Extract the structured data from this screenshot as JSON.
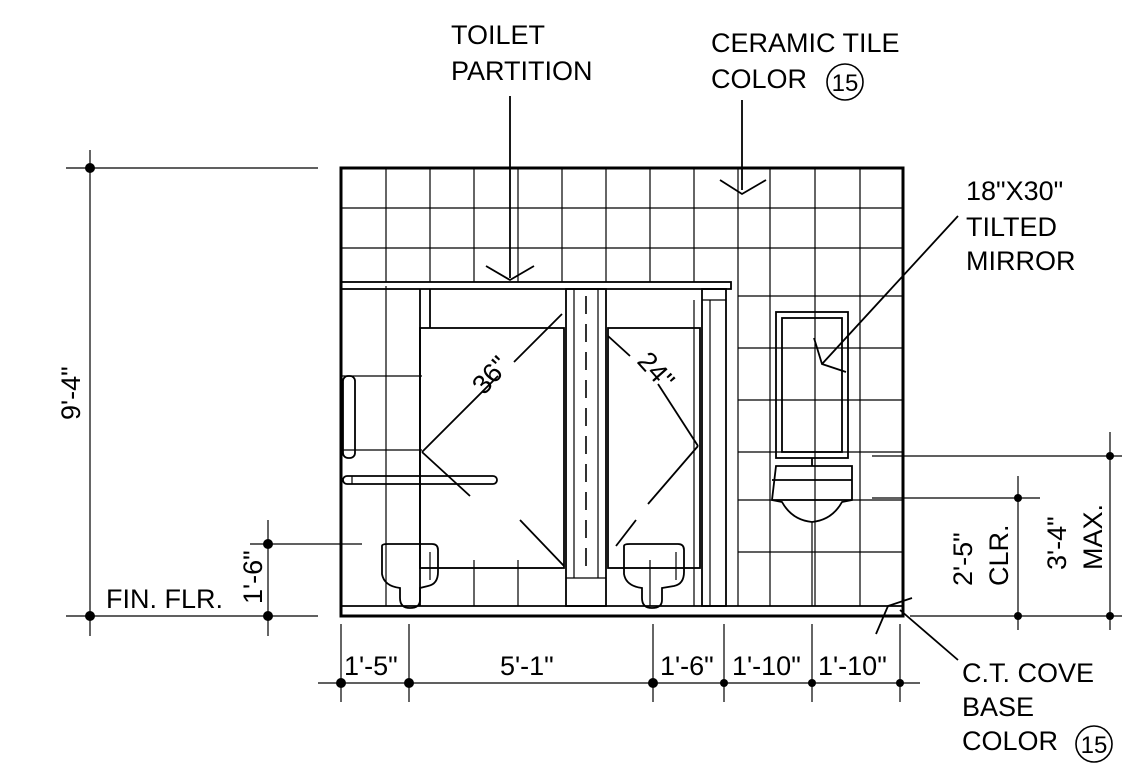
{
  "labels": {
    "toilet_partition": [
      "TOILET",
      "PARTITION"
    ],
    "ceramic_tile": [
      "CERAMIC TILE",
      "COLOR"
    ],
    "ceramic_tile_badge": "15",
    "mirror": [
      "18\"X30\"",
      "TILTED",
      "MIRROR"
    ],
    "fin_flr": "FIN. FLR.",
    "cove_base": [
      "C.T. COVE",
      "BASE",
      "COLOR"
    ],
    "cove_base_badge": "15",
    "grab_bar_36": "36\"",
    "grab_bar_24": "24\""
  },
  "dimensions": {
    "height_total": "9'-4\"",
    "height_seat": "1'-6\"",
    "clear_height": [
      "2'-5\"",
      "CLR."
    ],
    "max_height": [
      "3'-4\"",
      "MAX."
    ],
    "horizontal": [
      "1'-5\"",
      "5'-1\"",
      "1'-6\"",
      "1'-10\"",
      "1'-10\""
    ]
  }
}
